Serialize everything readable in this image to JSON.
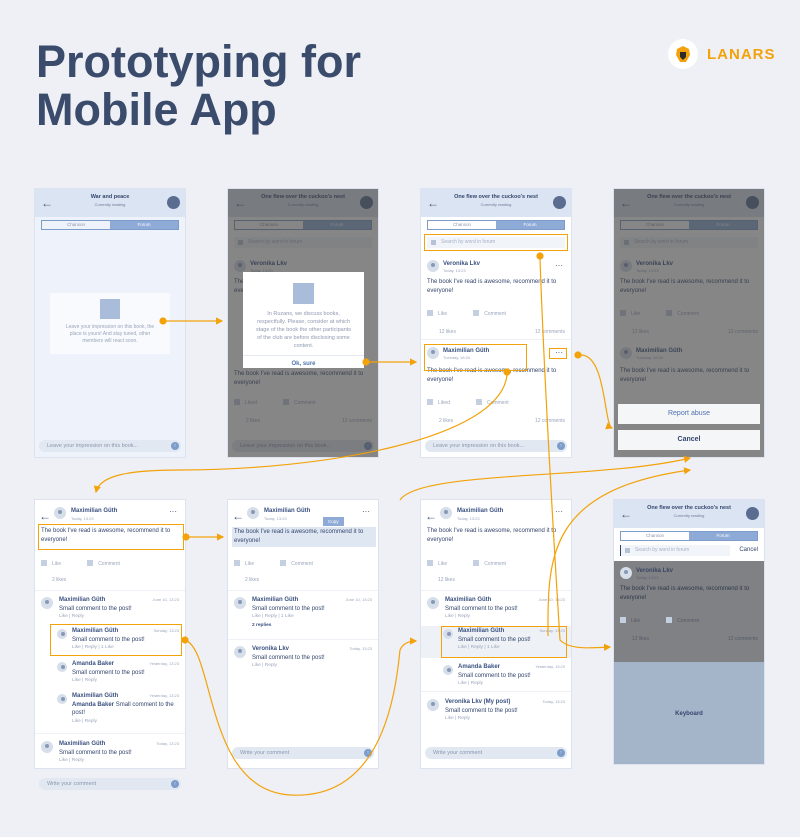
{
  "page": {
    "title_line1": "Prototyping for",
    "title_line2": "Mobile App",
    "brand": "LANARS"
  },
  "common": {
    "tab_chanson": "Chanson",
    "tab_forum": "Forum",
    "comment_placeholder": "Leave your impression on this book...",
    "write_comment": "Write your comment",
    "search_placeholder": "Search by word in forum",
    "like": "Like",
    "liked": "Liked",
    "comment": "Comment",
    "twelve_likes": "12 likes",
    "two_likes": "2 likes",
    "twelve_comments": "12 comments",
    "post_text": "The book I've read is awesome, recommend it to everyone!",
    "small_comment": "Small comment to the post!",
    "reply": "Reply",
    "one_like": "1 Like",
    "two_replies": "2 replies",
    "cancel": "Cancel"
  },
  "screen1": {
    "title": "War and peace",
    "subtitle": "Currently reading",
    "empty_text": "Leave your impression on this book, the place is yours! And stay tuned, other members will react soon."
  },
  "screen2": {
    "title": "One flew over the cuckoo's nest",
    "subtitle": "Currently reading",
    "dialog_text": "In Ruzans, we discuss books, respectfully. Please, consider at which stage of the book the other participants of the club are before disclosing some content.",
    "dialog_ok": "Ok, sure"
  },
  "screen3": {
    "user1": "Veronika Lkv",
    "date1": "Today, 13:23",
    "user2": "Maximilian Güth",
    "date2": "Tuesday, 18:34"
  },
  "screen4": {
    "report": "Report abuse",
    "cancel": "Cancel"
  },
  "screen5": {
    "user": "Maximilian Güth",
    "date": "Today, 13:23",
    "c1_user": "Maximilian Güth",
    "c1_date": "June 10, 13:23",
    "c2_user": "Maximilian Güth",
    "c2_date": "Sunday, 13:23",
    "c3_user": "Amanda Baker",
    "c3_date": "Yesterday, 13:23",
    "c4_user": "Maximilian Güth",
    "c4_date": "Yesterday, 13:23",
    "c4_mention": "Amanda Baker",
    "c5_user": "Maximilian Güth",
    "c5_date": "Today, 13:23"
  },
  "screen6": {
    "copy": "Copy",
    "c2_user": "Veronika Lkv",
    "c2_date": "Today, 13:23"
  },
  "screen7": {
    "c5_user": "Veronika Lkv (My post)",
    "c5_date": "Today, 13:23"
  },
  "screen8": {
    "keyboard": "Keyboard",
    "search_cancel": "Cancel"
  }
}
